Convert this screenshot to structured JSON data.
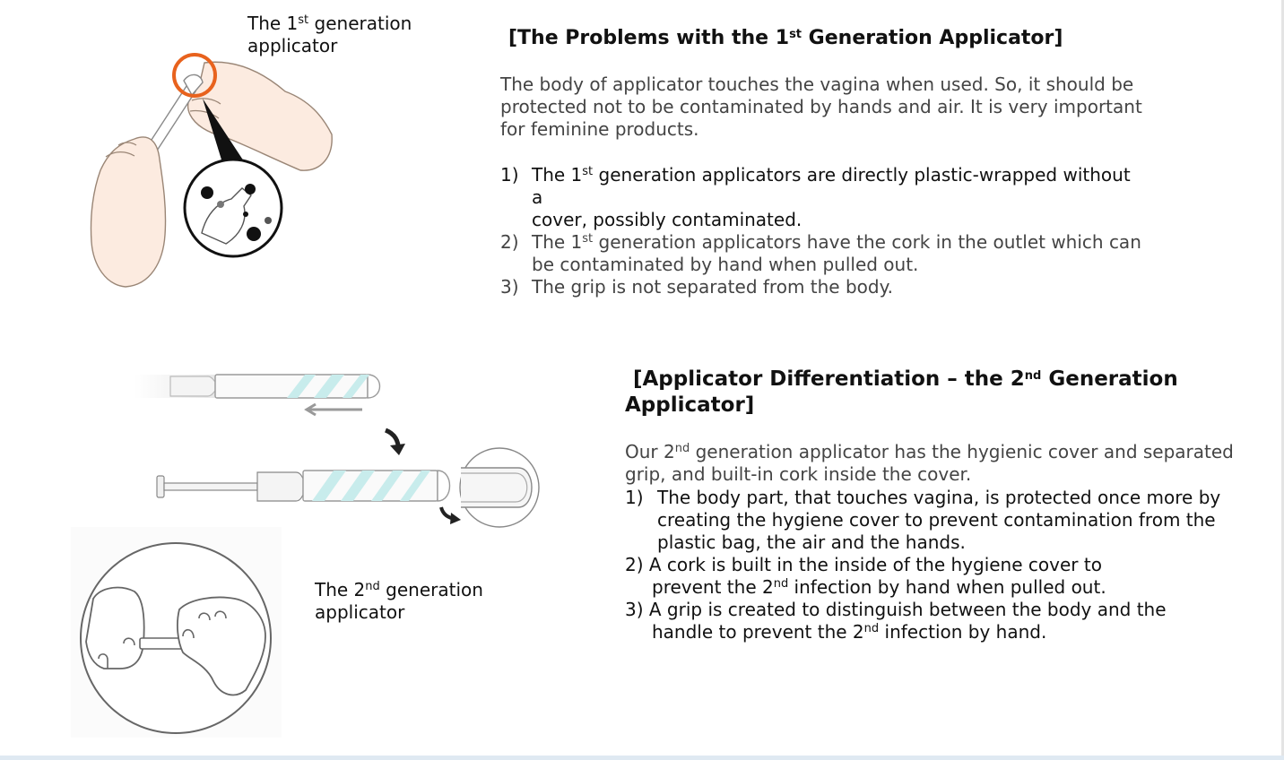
{
  "gen1": {
    "caption": {
      "pre": "The 1",
      "sup": "st",
      "post": " generation",
      "line2": "applicator"
    },
    "heading": {
      "pre": "[The Problems with the 1",
      "sup": "st",
      "post": " Generation Applicator]"
    },
    "intro": [
      "The body of applicator touches the vagina when used. So, it should be",
      "protected not to be contaminated by hands and air. It is very important",
      "for feminine products."
    ],
    "items": [
      {
        "num": "1)",
        "pre": "The 1",
        "sup": "st",
        "post": " generation applicators are directly plastic-wrapped without a",
        "line2": "cover, possibly contaminated."
      },
      {
        "num": "2)",
        "pre": "The 1",
        "sup": "st",
        "post": " generation applicators have the cork in the outlet which can",
        "line2": "be contaminated by hand when pulled out."
      },
      {
        "num": "3)",
        "text": "The grip is not separated from the body."
      }
    ]
  },
  "gen2": {
    "caption": {
      "pre": "The 2",
      "sup": "nd",
      "post": " generation",
      "line2": "applicator"
    },
    "heading": {
      "pre": "[Applicator Differentiation – the 2",
      "sup": "nd",
      "post": " Generation",
      "line2": "Applicator]"
    },
    "intro": {
      "pre": "Our 2",
      "sup": "nd",
      "post": " generation applicator has the hygienic cover and separated",
      "line2": "grip, and built-in cork inside the cover."
    },
    "item1": {
      "num": "1)",
      "line1": "The body part, that touches vagina, is protected once more by",
      "line2": "creating the hygiene cover to prevent contamination from the",
      "line3": "plastic bag, the air and the hands."
    },
    "item2": {
      "line1": "2) A cork is built in the inside of the hygiene cover to",
      "pre": "prevent the 2",
      "sup": "nd",
      "post": " infection by hand when pulled out."
    },
    "item3": {
      "line1": "3) A grip is created to distinguish between the body and the",
      "pre": "handle to prevent the 2",
      "sup": "nd",
      "post": " infection by hand."
    }
  },
  "colors": {
    "highlight_ring": "#e8621d",
    "text": "#111111",
    "body_text": "#444444"
  }
}
